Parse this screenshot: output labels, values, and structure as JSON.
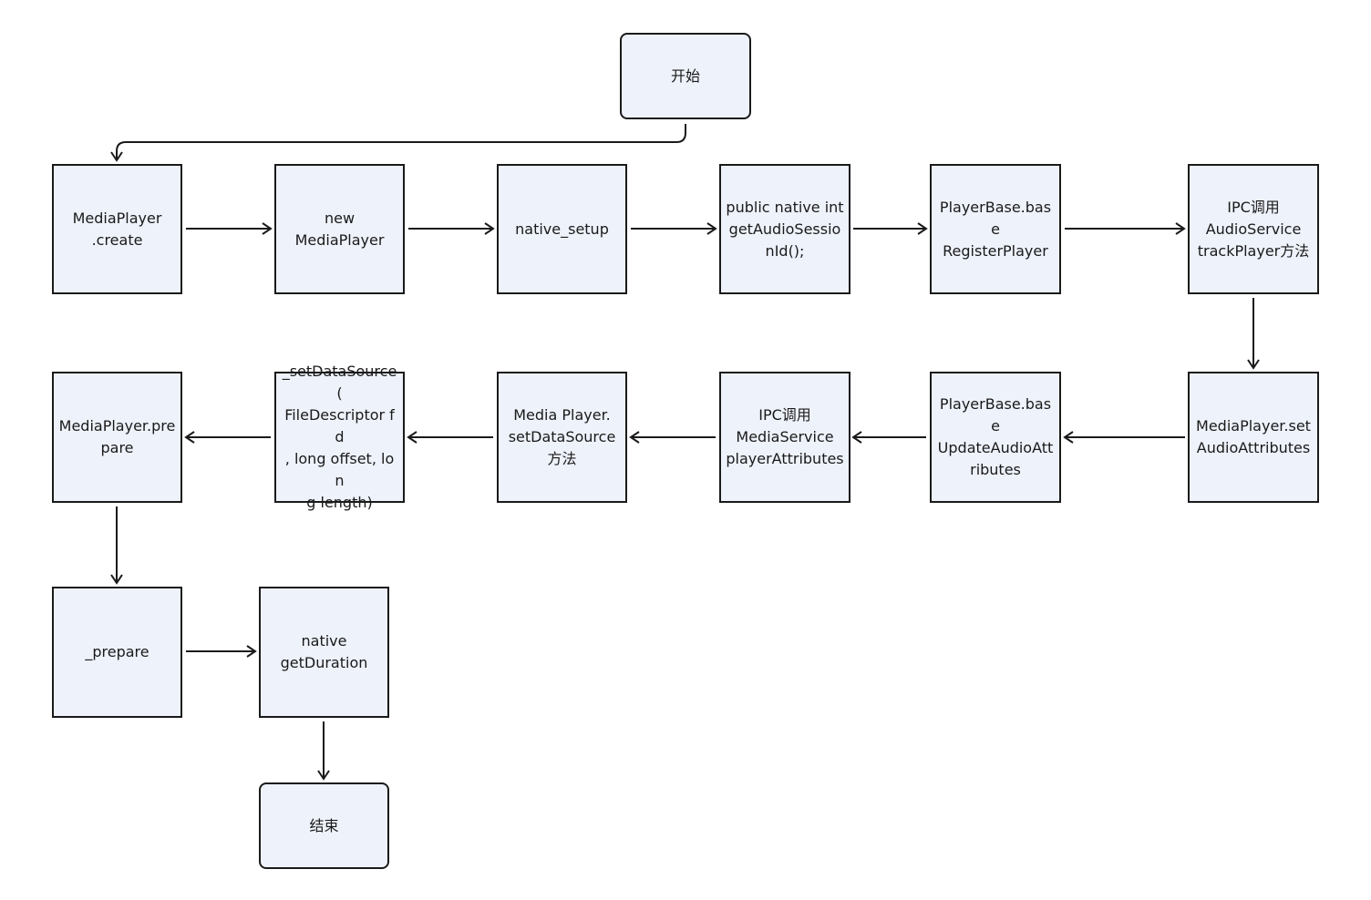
{
  "diagram": {
    "colors": {
      "node_fill": "#eef2fb",
      "stroke": "#1a1a1a",
      "background": "#ffffff"
    },
    "nodes": {
      "start": "开始",
      "create": "MediaPlayer\n.create",
      "new_player": "new\nMediaPlayer",
      "native_setup": "native_setup",
      "get_session": "public native int\ngetAudioSessio\nnId();",
      "base_register": "PlayerBase.base\nRegisterPlayer",
      "ipc_track": "IPC调用\nAudioService\ntrackPlayer方法",
      "set_attrs": "MediaPlayer.set\nAudioAttributes",
      "base_update": "PlayerBase.base\nUpdateAudioAtt\nributes",
      "ipc_media": "IPC调用\nMediaService\nplayerAttributes",
      "set_ds_method": "Media Player.\nsetDataSource\n方法",
      "set_ds_private": "_setDataSource(\nFileDescriptor fd\n, long offset, lon\ng length)",
      "prepare": "MediaPlayer.pre\npare",
      "prepare_private": "_prepare",
      "get_duration": "native\ngetDuration",
      "end": "结束"
    }
  }
}
